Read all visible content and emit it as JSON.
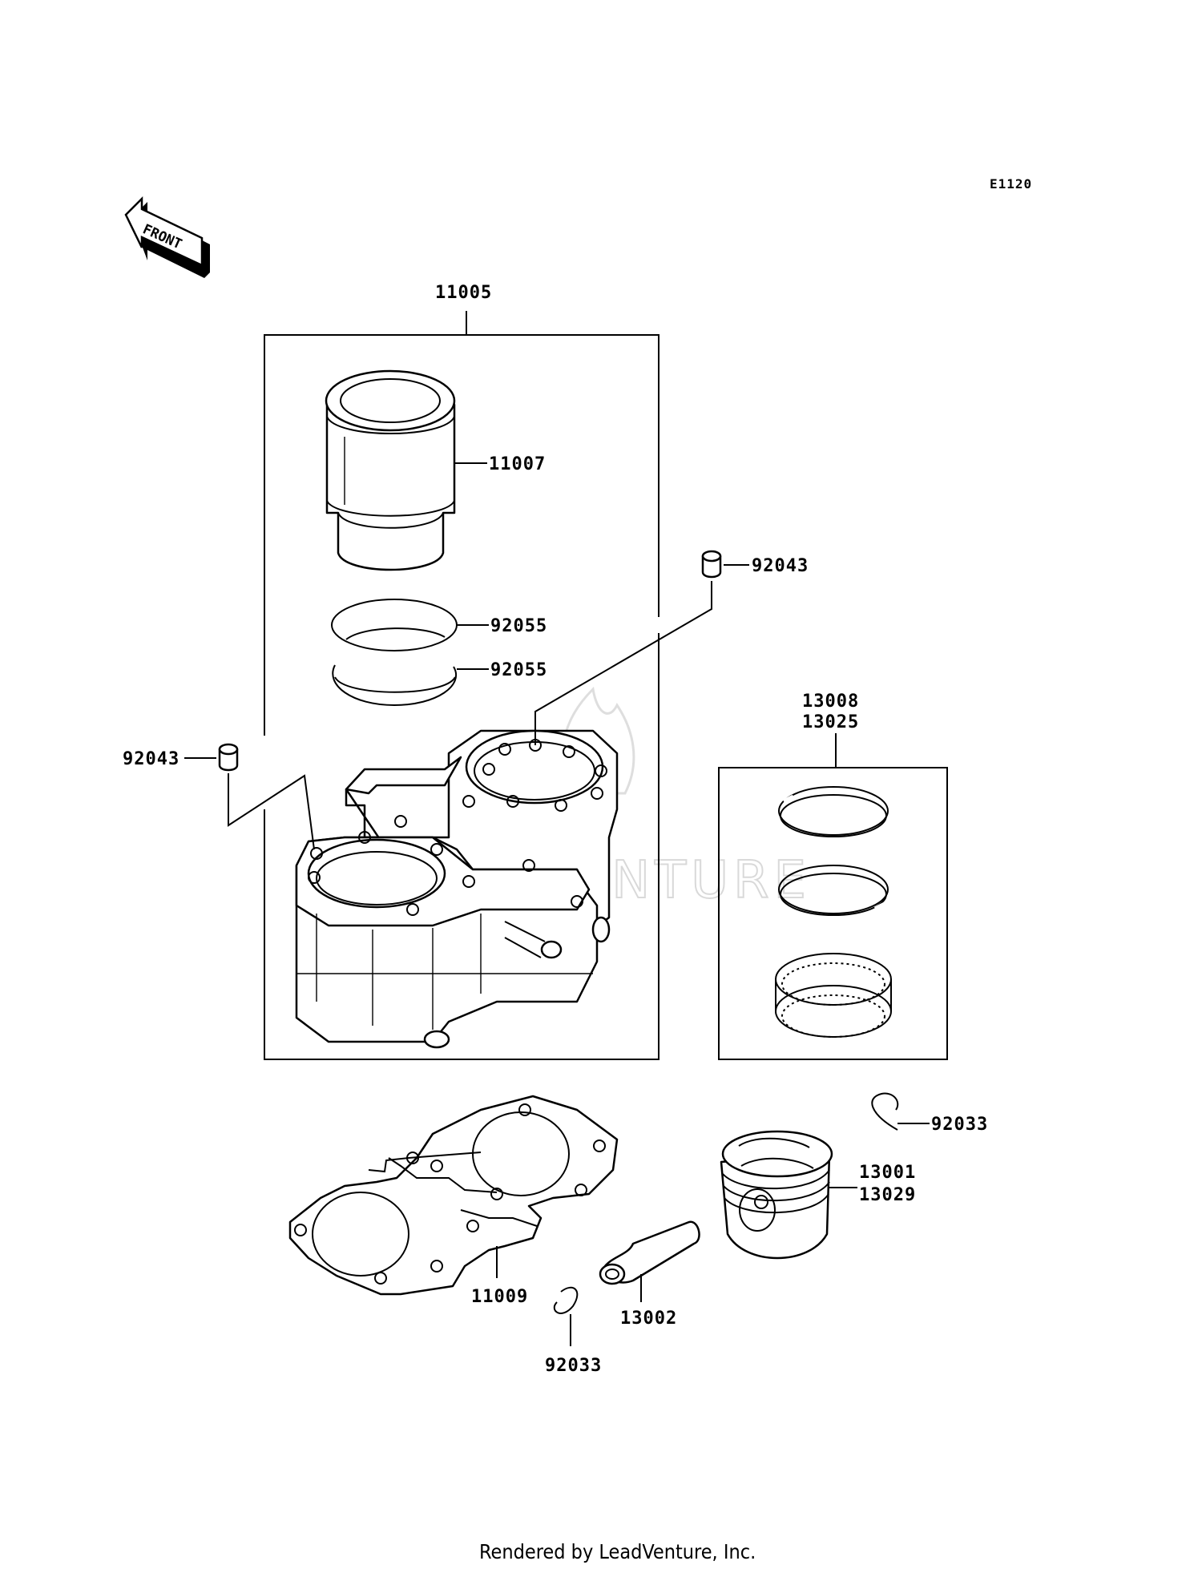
{
  "diagram": {
    "code": "E1120",
    "front_label": "FRONT",
    "footer": "Rendered by LeadVenture, Inc.",
    "watermark": "LEADVENTURE",
    "callouts": {
      "cylinder_assy": "11005",
      "cylinder_liner": "11007",
      "ring_a": "92055",
      "ring_b": "92055",
      "dowel_right": "92043",
      "dowel_left": "92043",
      "ring_set_a": "13008",
      "ring_set_b": "13025",
      "circlip_right": "92033",
      "piston_a": "13001",
      "piston_b": "13029",
      "base_gasket": "11009",
      "piston_pin": "13002",
      "circlip_left": "92033"
    }
  }
}
